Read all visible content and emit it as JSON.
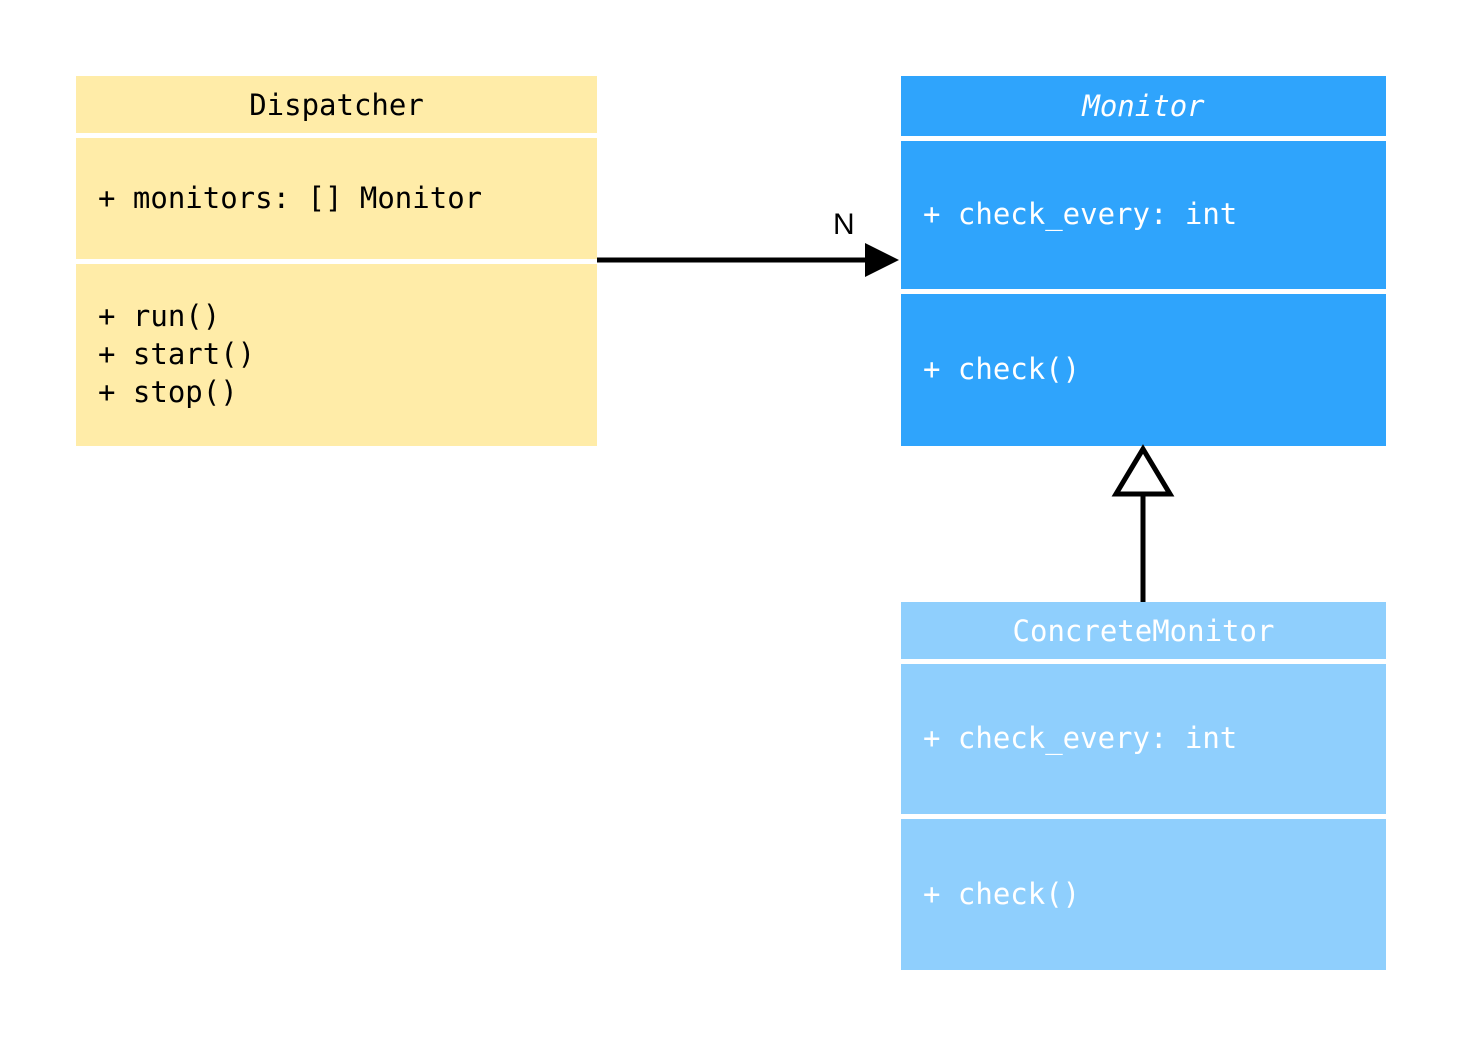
{
  "diagram": {
    "type": "uml-class-diagram",
    "background": "#ffffff",
    "classes": [
      {
        "id": "dispatcher",
        "name": "Dispatcher",
        "stereotype": "concrete",
        "italic_title": false,
        "fill": "#ffeca8",
        "text_color": "#000000",
        "attributes": [
          "+ monitors: [] Monitor"
        ],
        "methods": [
          "+ run()",
          "+ start()",
          "+ stop()"
        ]
      },
      {
        "id": "monitor",
        "name": "Monitor",
        "stereotype": "abstract",
        "italic_title": true,
        "fill": "#2fa4fc",
        "text_color": "#ffffff",
        "attributes": [
          "+ check_every: int"
        ],
        "methods": [
          "+ check()"
        ]
      },
      {
        "id": "concrete_monitor",
        "name": "ConcreteMonitor",
        "stereotype": "concrete",
        "italic_title": false,
        "fill": "#8fcffd",
        "text_color": "#ffffff",
        "attributes": [
          "+ check_every: int"
        ],
        "methods": [
          "+ check()"
        ]
      }
    ],
    "relations": [
      {
        "id": "dispatcher-to-monitor",
        "kind": "association",
        "from": "Dispatcher",
        "to": "Monitor",
        "arrowhead": "filled-triangle",
        "line": "solid",
        "label": "N",
        "label_color": "#000000"
      },
      {
        "id": "concretemonitor-to-monitor",
        "kind": "generalization",
        "from": "ConcreteMonitor",
        "to": "Monitor",
        "arrowhead": "hollow-triangle",
        "line": "solid",
        "label": "",
        "label_color": "#000000"
      }
    ]
  }
}
